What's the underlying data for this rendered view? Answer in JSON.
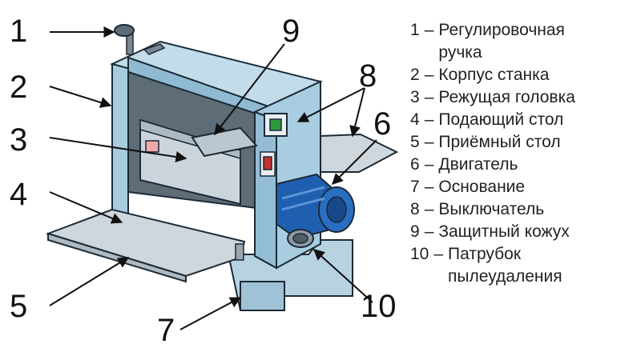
{
  "legend": [
    {
      "num": "1",
      "dash": "–",
      "text": "Регулировочная ручка"
    },
    {
      "num": "2",
      "dash": "–",
      "text": "Корпус станка"
    },
    {
      "num": "3",
      "dash": "–",
      "text": "Режущая головка"
    },
    {
      "num": "4",
      "dash": "–",
      "text": "Подающий стол"
    },
    {
      "num": "5",
      "dash": "–",
      "text": "Приёмный стол"
    },
    {
      "num": "6",
      "dash": "–",
      "text": "Двигатель"
    },
    {
      "num": "7",
      "dash": "–",
      "text": "Основание"
    },
    {
      "num": "8",
      "dash": "–",
      "text": "Выключатель"
    },
    {
      "num": "9",
      "dash": "–",
      "text": "Защитный кожух"
    },
    {
      "num": "10",
      "dash": "–",
      "text": "Патрубок пылеудаления"
    }
  ],
  "callouts": {
    "c1": "1",
    "c2": "2",
    "c3": "3",
    "c4": "4",
    "c5": "5",
    "c6": "6",
    "c7": "7",
    "c8": "8",
    "c9": "9",
    "c10": "10"
  },
  "colors": {
    "frame": "#a8cde0",
    "frame_dark": "#7fb0c9",
    "table": "#cfd6dc",
    "motor": "#1f5fb0",
    "switch_green": "#2e9a3c",
    "switch_red": "#c8302c",
    "outline": "#1b2a36"
  }
}
